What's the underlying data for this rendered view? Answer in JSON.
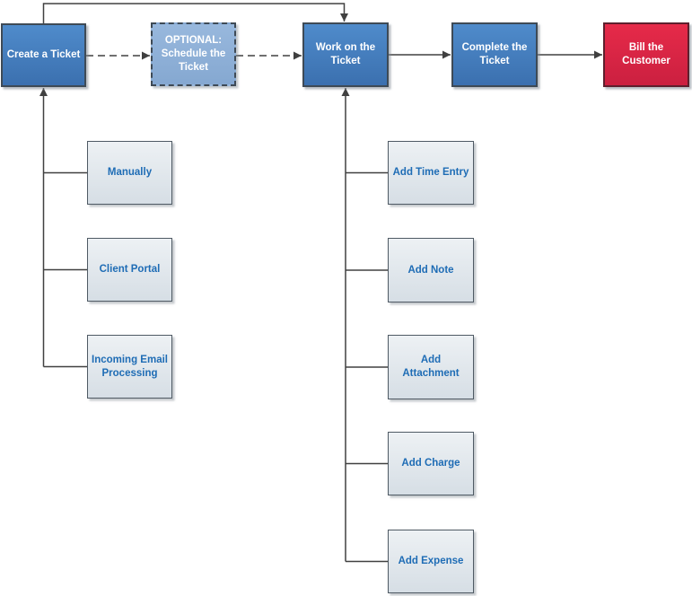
{
  "diagram": {
    "main_flow": {
      "create": {
        "label": "Create a Ticket"
      },
      "optional": {
        "label": "OPTIONAL:\nSchedule the Ticket"
      },
      "work": {
        "label": "Work on the Ticket"
      },
      "complete": {
        "label": "Complete the Ticket"
      },
      "bill": {
        "label": "Bill the Customer"
      }
    },
    "create_sources": {
      "manually": {
        "label": "Manually"
      },
      "client_portal": {
        "label": "Client Portal"
      },
      "incoming_email": {
        "label": "Incoming Email Processing"
      }
    },
    "work_actions": {
      "add_time_entry": {
        "label": "Add Time Entry"
      },
      "add_note": {
        "label": "Add Note"
      },
      "add_attachment": {
        "label": "Add Attachment"
      },
      "add_charge": {
        "label": "Add Charge"
      },
      "add_expense": {
        "label": "Add Expense"
      }
    },
    "colors": {
      "process_node_fill": "#4484C4",
      "optional_node_fill": "#8FB0D6",
      "terminal_node_fill": "#DA2443",
      "sub_node_fill": "#E2E8EE",
      "sub_node_text": "#1E6CB5",
      "node_text": "#FFFFFF",
      "connector": "#404040"
    }
  }
}
